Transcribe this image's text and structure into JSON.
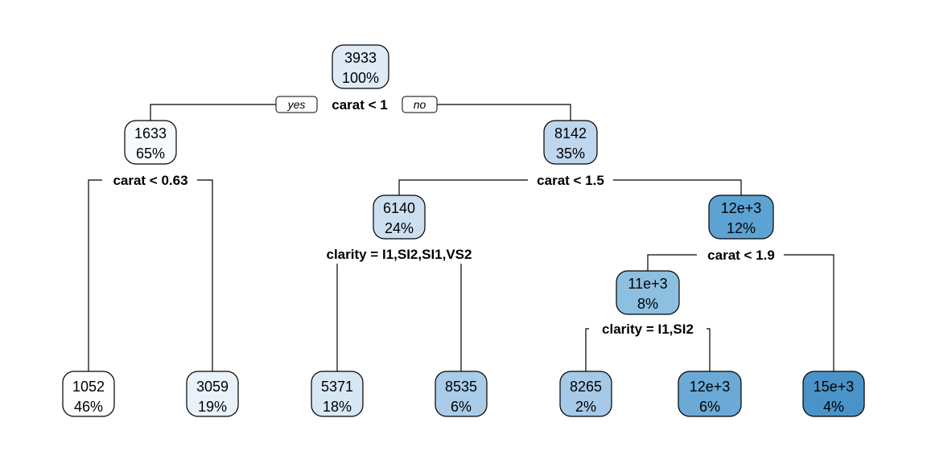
{
  "branch_labels": {
    "yes": "yes",
    "no": "no"
  },
  "nodes": {
    "root": {
      "value": "3933",
      "percent": "100%",
      "color": "#deebf7"
    },
    "n1": {
      "value": "1633",
      "percent": "65%",
      "color": "#f7fbff"
    },
    "n2": {
      "value": "8142",
      "percent": "35%",
      "color": "#bed6ee"
    },
    "n3": {
      "value": "6140",
      "percent": "24%",
      "color": "#ccdff1"
    },
    "n4": {
      "value": "12e+3",
      "percent": "12%",
      "color": "#5ca3d3"
    },
    "n5": {
      "value": "11e+3",
      "percent": "8%",
      "color": "#8dbfe0"
    },
    "leaf1": {
      "value": "1052",
      "percent": "46%",
      "color": "#fbfdff"
    },
    "leaf2": {
      "value": "3059",
      "percent": "19%",
      "color": "#e9f2fa"
    },
    "leaf3": {
      "value": "5371",
      "percent": "18%",
      "color": "#d8e7f4"
    },
    "leaf4": {
      "value": "8535",
      "percent": "6%",
      "color": "#a9cce8"
    },
    "leaf5": {
      "value": "8265",
      "percent": "2%",
      "color": "#a5c9e6"
    },
    "leaf6": {
      "value": "12e+3",
      "percent": "6%",
      "color": "#6ba9d6"
    },
    "leaf7": {
      "value": "15e+3",
      "percent": "4%",
      "color": "#4a93c8"
    }
  },
  "splits": {
    "root": "carat < 1",
    "n1": "carat < 0.63",
    "n2": "carat < 1.5",
    "n3": "clarity = I1,SI2,SI1,VS2",
    "n4": "carat < 1.9",
    "n5": "clarity = I1,SI2"
  }
}
